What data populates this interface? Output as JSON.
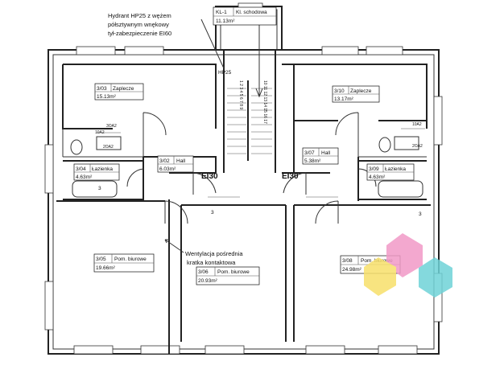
{
  "rooms": [
    {
      "id": "kl",
      "number": "KL-1",
      "name": "Kl. schodowa",
      "area": "11.13m²"
    },
    {
      "id": "r3_03",
      "number": "3/03",
      "name": "Zaplecze",
      "area": "15.13m²"
    },
    {
      "id": "r3_10",
      "number": "3/10",
      "name": "Zaplecze",
      "area": "13.17m²"
    },
    {
      "id": "r3_02",
      "number": "3/02",
      "name": "Hall",
      "area": "6.03m²"
    },
    {
      "id": "r3_07",
      "number": "3/07",
      "name": "Hall",
      "area": "5.38m²"
    },
    {
      "id": "r3_04",
      "number": "3/04",
      "name": "Łazienka",
      "area": "4.63m²"
    },
    {
      "id": "r3_09",
      "number": "3/09",
      "name": "Łazienka",
      "area": "4.63m²"
    },
    {
      "id": "r3_05",
      "number": "3/05",
      "name": "Pom. biurowe",
      "area": "19.66m²"
    },
    {
      "id": "r3_06",
      "number": "3/06",
      "name": "Pom. biurowe",
      "area": "20.93m²"
    },
    {
      "id": "r3_08",
      "number": "3/08",
      "name": "Pom. biurowe",
      "area": "24.98m²"
    }
  ],
  "notes": {
    "hydrant_line1": "Hydrant HP25 z wężem",
    "hydrant_line2": "półsztywnym wnękowy",
    "hydrant_line3": "tył-zabezpieczenie EI60",
    "hp25": "HP25",
    "vent_line1": "Wentylacja pośrednia",
    "vent_line2": "kratka kontaktowa"
  },
  "door_tags": {
    "left": "EI30",
    "right": "EI30"
  },
  "stair_labels": {
    "left": "1 2 3 4 5 6 7 8 9",
    "right": "10 11 12 13 14 15 16 17"
  },
  "fixture_codes": {
    "c30a2": "3OA2",
    "c10a2": "10A2",
    "c20a2": "2OA2",
    "r10a2": "10A2",
    "r20a2": "2OA2",
    "n3a": "3",
    "n3b": "3",
    "n3c": "3"
  },
  "colors": {
    "pink": "#f29ac7",
    "yellow": "#f7e06b",
    "cyan": "#6fd3d8",
    "line": "#222222"
  }
}
